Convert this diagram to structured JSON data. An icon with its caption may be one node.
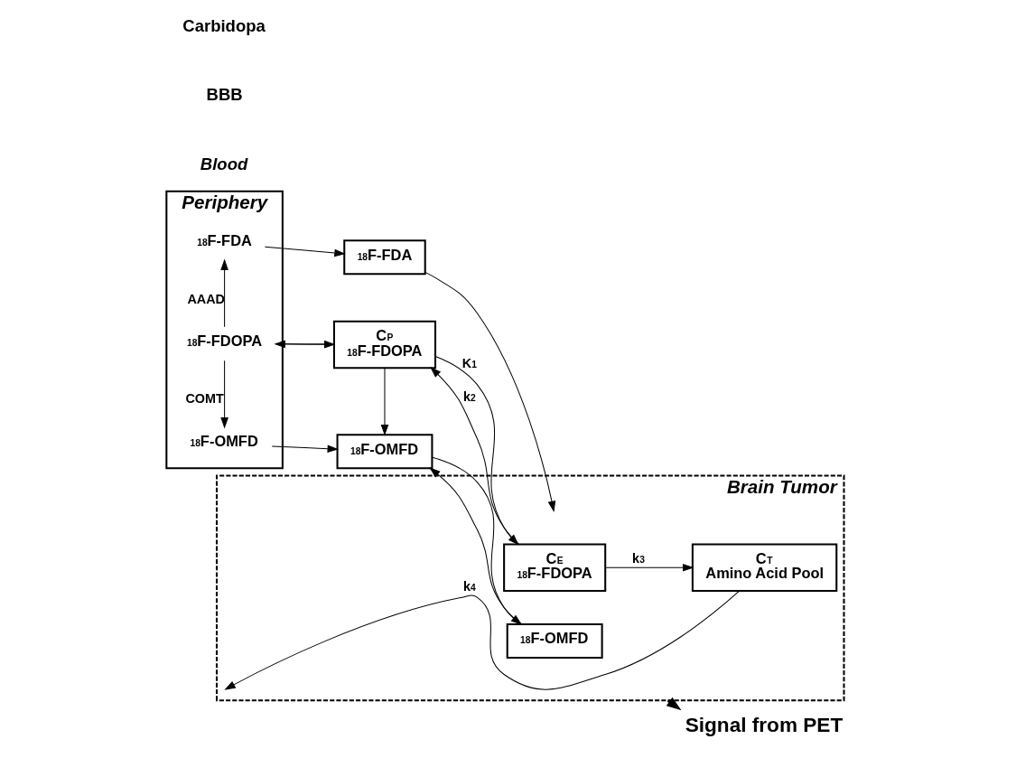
{
  "diagram": {
    "nodes": [
      {
        "text": [
          "Periphery"
        ]
      },
      {
        "text": [
          "$^{18}$F-FDA"
        ],
        "in": 0
      },
      {
        "text": [
          "$^{18}$F-FDOPA"
        ],
        "in": 0
      },
      {
        "text": [
          "$^{18}$F-OMFD"
        ],
        "in": 0
      },
      {
        "text": [
          "$^{18}$F-FDA"
        ]
      },
      {
        "text": [
          "C$_{P}$",
          "$^{18}$F-FDOPA"
        ]
      },
      {
        "text": [
          "$^{18}$F-OMFD"
        ]
      },
      {
        "text": [
          "Brain Tumor"
        ]
      },
      {
        "text": [
          "C$_{E}$",
          "$^{18}$F-FDOPA"
        ],
        "in": 7
      },
      {
        "text": [
          "C$_{T}$",
          "Amino Acid Pool"
        ],
        "in": 7
      },
      {
        "text": [
          "$^{18}$F-OMFD"
        ],
        "in": 7
      },
      {
        "text": [
          "Signal from PET"
        ]
      }
    ],
    "edges": [
      {
        "from": 1,
        "to": 4,
        "arrow": "to"
      },
      {
        "from": 2,
        "to": 1,
        "arrow": "to",
        "label": "AAAD"
      },
      {
        "from": 2,
        "to": 3,
        "arrow": "to",
        "label": "COMT"
      },
      {
        "from": 2,
        "to": 5,
        "arrow": "to"
      },
      {
        "from": 5,
        "to": 2,
        "arrow": "to"
      },
      {
        "from": 3,
        "to": 6,
        "arrow": "to"
      },
      {
        "from": 5,
        "to": 6,
        "arrow": "to"
      },
      {
        "from": 4,
        "to": null,
        "arrow": "to"
      },
      {
        "from": 5,
        "to": 8,
        "arrow": "to",
        "label": "K$_{1}$"
      },
      {
        "from": 8,
        "to": 5,
        "arrow": "to",
        "label": "k$_{2}$"
      },
      {
        "from": 8,
        "to": 9,
        "arrow": "to",
        "label": "k$_{3}$"
      },
      {
        "from": 9,
        "to": null,
        "arrow": "to",
        "label": "k$_{4}$"
      },
      {
        "from": 6,
        "to": 10,
        "arrow": "to"
      },
      {
        "from": 10,
        "to": 6,
        "arrow": "to"
      },
      {
        "from": 7,
        "to": 11,
        "arrow": "to",
        "style": "thick"
      }
    ],
    "labels": [
      "Blood",
      "BBB",
      "Carbidopa"
    ]
  }
}
